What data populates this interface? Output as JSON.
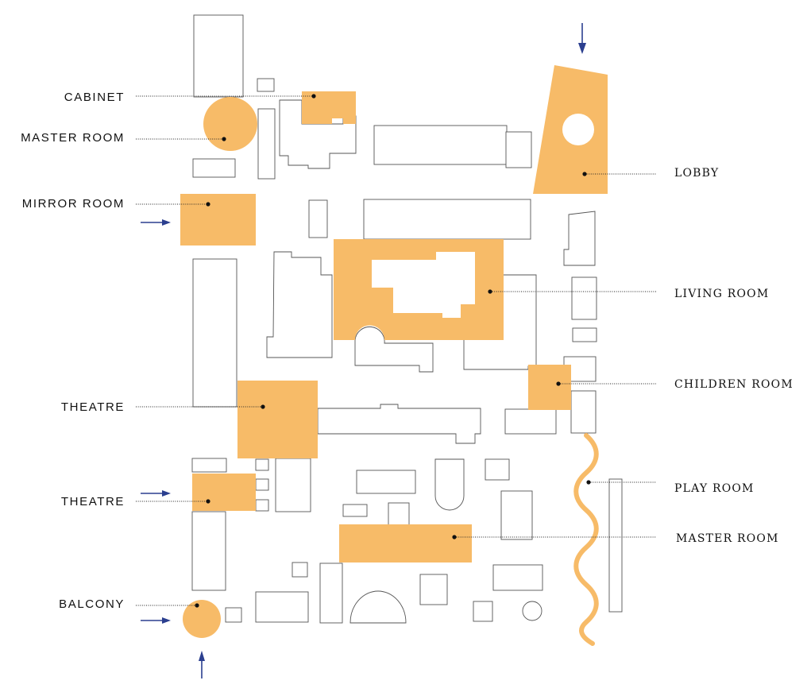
{
  "colors": {
    "zone": "#f7bb68",
    "outline": "#555555",
    "arrow": "#2b3f8f",
    "label": "#111111"
  },
  "labels": {
    "cabinet": "CABINET",
    "master_room_top": "MASTER ROOM",
    "mirror_room": "MIRROR ROOM",
    "theatre_1": "THEATRE",
    "theatre_2": "THEATRE",
    "balcony": "BALCONY",
    "lobby": "LOBBY",
    "living_room": "LIVING ROOM",
    "children_room": "CHILDREN ROOM",
    "play_room": "PLAY ROOM",
    "master_room_bottom": "MASTER ROOM"
  },
  "entrances": [
    "entrance-arrow-top-right",
    "entrance-arrow-mirror-room",
    "entrance-arrow-theatre",
    "entrance-arrow-balcony-side",
    "entrance-arrow-balcony-bottom"
  ]
}
